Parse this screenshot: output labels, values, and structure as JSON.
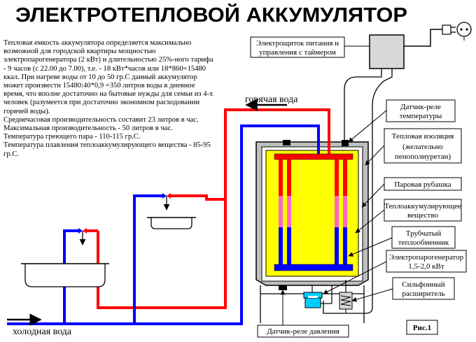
{
  "title": "ЭЛЕКТРОТЕПЛОВОЙ АККУМУЛЯТОР",
  "description": [
    "Тепловая емкость аккумулятора определяется максимально возможной для городской квартиры мощностью электропарогенератора (2 кВт) и длительностью 25%-ного тарифа - 9 часов (с 22.00 до 7.00), т.е. - 18 кВт*часов или 18*860=15480 ккал. При нагреве воды от 10 до 50 гр.С данный аккумулятор может произвести 15480:40*0,9 =350 литров воды в дневное время, что вполне достаточно на бытовые нужды для семьи из 4-х человек (разумеется при достаточно экономном расходовании горячей воды).",
    "Среднечасовая производительность составит 23 литров в час. Максимальная производительность - 50 литров в час.",
    "Температура греющего пара - 110-115 гр.С.",
    "Температура плавления теплоаккумулирующего вещества - 85-95 гр.С."
  ],
  "labels": {
    "panel": [
      "Электрощиток питания и",
      "управления с таймером"
    ],
    "temp_relay": [
      "Датчик-реле",
      "температуры"
    ],
    "insulation": [
      "Тепловая изоляция",
      "(желательно",
      "пенополиуретан)"
    ],
    "steam_jacket": "Паровая рубашка",
    "heat_storage": [
      "Теплоаккумулирующее",
      "вещество"
    ],
    "heat_exchanger": [
      "Трубчатый",
      "теплообменник"
    ],
    "steam_generator": [
      "Электропарогенератор",
      "1,5-2,0 кВт"
    ],
    "bellows": [
      "Сильфонный",
      "расширитель"
    ],
    "pressure_relay": "Датчик-реле давления",
    "hot_water": "горячая вода",
    "cold_water": "холодная вода",
    "figure": "Рис.1"
  },
  "colors": {
    "hot": "#ff0000",
    "cold": "#0000ff",
    "storage_fill": "#ffff00",
    "insulation": "#bfbfbf",
    "panel_box": "#d8d8d8",
    "heating_element": "#ff66cc",
    "steam_generator": "#00ccff"
  },
  "icons": [
    "power-plug-icon",
    "socket-icon",
    "faucet-icon",
    "sink-icon",
    "bellows-icon"
  ]
}
